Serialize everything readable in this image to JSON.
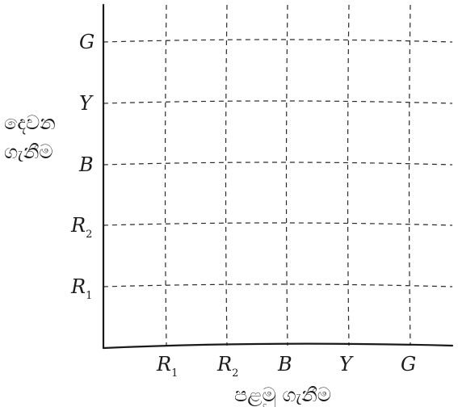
{
  "x_axis": {
    "title": "පළමු ගැනීම",
    "ticks": [
      {
        "base": "R",
        "sub": "1"
      },
      {
        "base": "R",
        "sub": "2"
      },
      {
        "base": "B",
        "sub": ""
      },
      {
        "base": "Y",
        "sub": ""
      },
      {
        "base": "G",
        "sub": ""
      }
    ]
  },
  "y_axis": {
    "title_line1": "දෙවන",
    "title_line2": "ගැනීම",
    "ticks": [
      {
        "base": "R",
        "sub": "1"
      },
      {
        "base": "R",
        "sub": "2"
      },
      {
        "base": "B",
        "sub": ""
      },
      {
        "base": "Y",
        "sub": ""
      },
      {
        "base": "G",
        "sub": ""
      }
    ]
  }
}
